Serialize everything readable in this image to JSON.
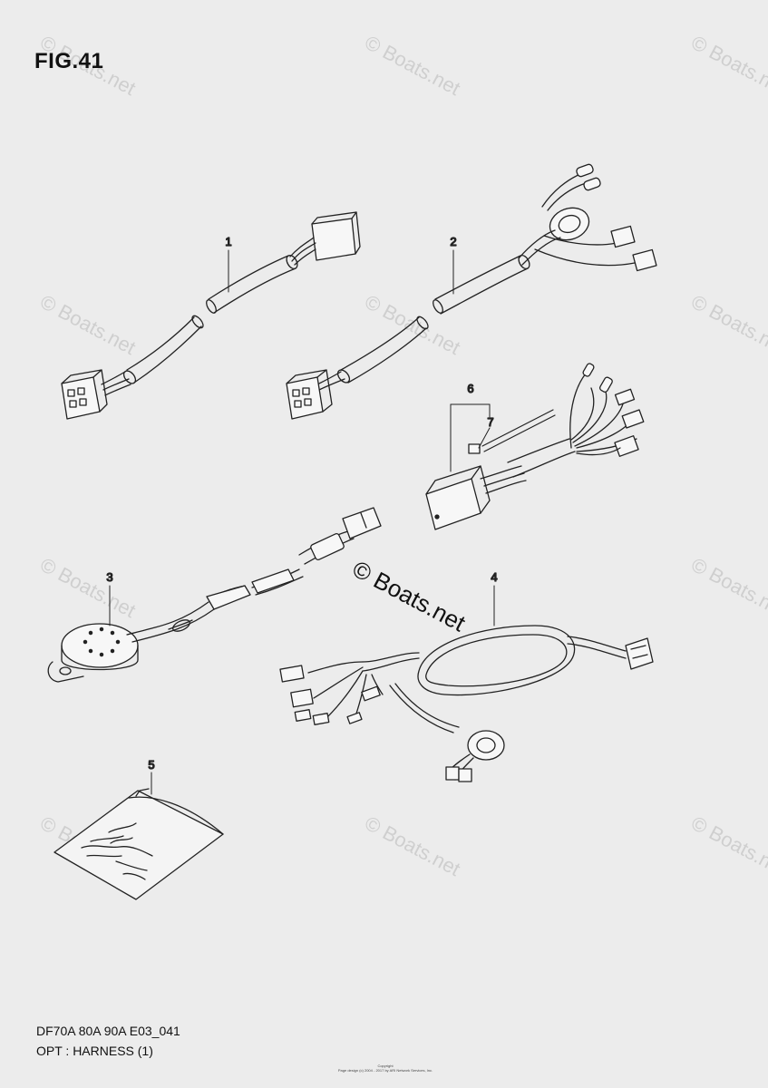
{
  "figure": {
    "title": "FIG.41",
    "code": "DF70A 80A 90A E03_041",
    "name": "OPT : HARNESS (1)"
  },
  "watermark": "© Boats.net",
  "center_watermark": "© Boats.net",
  "copyright": {
    "line1": "Copyright",
    "line2": "Page design (c) 2004 - 2017 by ARI Network Services, Inc."
  },
  "parts": [
    {
      "ref": "1"
    },
    {
      "ref": "2"
    },
    {
      "ref": "3"
    },
    {
      "ref": "4"
    },
    {
      "ref": "5"
    },
    {
      "ref": "6"
    },
    {
      "ref": "7"
    }
  ]
}
